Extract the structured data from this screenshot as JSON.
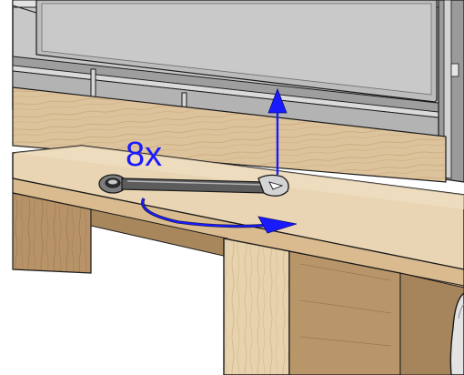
{
  "instruction": {
    "repeat_label": "8x",
    "accent_color": "#1a1aff"
  },
  "components": {
    "appliance": "appliance-cabinet",
    "pallet": "wooden-shipping-pallet",
    "tool": "combination-wrench",
    "fasteners": "transport-bolts"
  },
  "icons": {
    "rotation": "counterclockwise-rotation-arrow-icon",
    "lift": "upward-arrow-icon"
  },
  "colors": {
    "wood_light": "#e8d3b0",
    "wood_mid": "#cfa878",
    "wood_dark": "#a9865a",
    "metal_light": "#d9d9d9",
    "metal_mid": "#b8b8b8",
    "metal_dark": "#7a7a7a",
    "outline": "#1a1a1a"
  }
}
